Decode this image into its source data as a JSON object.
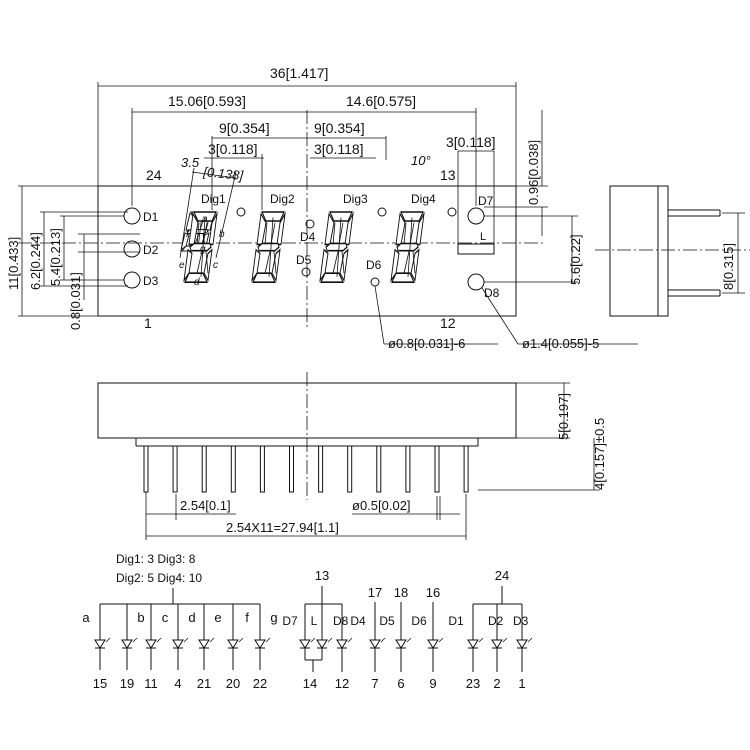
{
  "colors": {
    "line": "#111111",
    "background": "#ffffff"
  },
  "top_view": {
    "pin_1": "1",
    "pin_12": "12",
    "pin_13": "13",
    "pin_24": "24",
    "leds": [
      "D1",
      "D2",
      "D3",
      "D4",
      "D5",
      "D6",
      "D7",
      "D8"
    ],
    "digits": [
      "Dig1",
      "Dig2",
      "Dig3",
      "Dig4"
    ],
    "colon_label": "L",
    "segments": [
      "a",
      "b",
      "c",
      "d",
      "e",
      "f",
      "g"
    ],
    "angle_label": "10°"
  },
  "dimensions": {
    "overall_width": "36[1.417]",
    "left_half": "15.06[0.593]",
    "right_half": "14.6[0.575]",
    "digit_pitch_1": "9[0.354]",
    "digit_pitch_2": "9[0.354]",
    "seg_width_1": "3[0.118]",
    "seg_width_2": "3[0.118]",
    "seg_width_3": "3[0.118]",
    "seg_offset": "3.5",
    "seg_offset_inch": "[0.138]",
    "height": "11[0.433]",
    "dim_62": "6.2[0.244]",
    "dim_54": "5.4[0.213]",
    "dim_08": "0.8[0.031]",
    "dim_096": "0.96[0.038]",
    "dim_56": "5.6[0.22]",
    "side_pin_pitch": "8[0.315]",
    "small_hole": "ø0.8[0.031]-6",
    "big_hole": "ø1.4[0.055]-5",
    "body_thickness": "5[0.197]",
    "pin_length": "4[0.157]±0.5",
    "pin_pitch": "2.54[0.1]",
    "pin_diameter": "ø0.5[0.02]",
    "pin_span": "2.54X11=27.94[1.1]"
  },
  "schematic": {
    "digit_pins_line1": "Dig1:  3  Dig3:  8",
    "digit_pins_line2": "Dig2:  5  Dig4:  10",
    "group1": {
      "segments": [
        {
          "label": "a",
          "pin": "15"
        },
        {
          "label": "b",
          "pin": "19"
        },
        {
          "label": "c",
          "pin": "11"
        },
        {
          "label": "d",
          "pin": "4"
        },
        {
          "label": "e",
          "pin": "21"
        },
        {
          "label": "f",
          "pin": "20"
        },
        {
          "label": "g",
          "pin": "22"
        }
      ]
    },
    "group2": {
      "common_pin": "13",
      "labels": [
        "D7",
        "L",
        "D8"
      ],
      "pins": [
        "14",
        "12"
      ]
    },
    "group3": {
      "leds": [
        {
          "label": "D4",
          "top_pin": "17",
          "bottom_pin": "7"
        },
        {
          "label": "D5",
          "top_pin": "18",
          "bottom_pin": "6"
        },
        {
          "label": "D6",
          "top_pin": "16",
          "bottom_pin": "9"
        }
      ]
    },
    "group4": {
      "common_pin": "24",
      "leds": [
        {
          "label": "D1",
          "pin": "23"
        },
        {
          "label": "D2",
          "pin": "2"
        },
        {
          "label": "D3",
          "pin": "1"
        }
      ]
    }
  }
}
